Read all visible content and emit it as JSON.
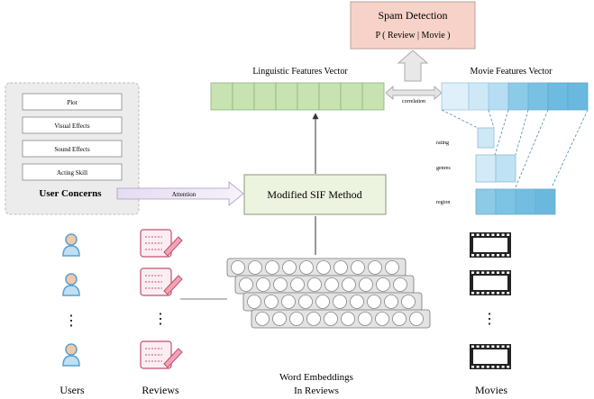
{
  "spam_box": {
    "title": "Spam Detection",
    "formula": "P ( Review | Movie )"
  },
  "linguistic_vector": {
    "label": "Linguistic Features Vector",
    "cells": 8,
    "color": "#c6e3b1"
  },
  "movie_vector": {
    "label": "Movie Features Vector",
    "colors": [
      "#cfe8f6",
      "#9fd3ec",
      "#6fbfe0"
    ]
  },
  "correlation_label": "correlation",
  "user_concerns": {
    "items": [
      "Plot",
      "Visual Effects",
      "Sound Effects",
      "Acting Skill"
    ],
    "title": "User Concerns"
  },
  "attention_label": "Attention",
  "sif_box": {
    "label": "Modified SIF Method"
  },
  "movie_sub_labels": [
    "rating",
    "genres",
    "region"
  ],
  "embeddings_label": [
    "Word Embeddings",
    "In Reviews"
  ],
  "column_labels": {
    "users": "Users",
    "reviews": "Reviews",
    "movies": "Movies"
  },
  "ellipsis": "⋮",
  "colors": {
    "user_icon": "#5aa0d0",
    "review_icon": "#c0506e",
    "film": "#222222"
  }
}
